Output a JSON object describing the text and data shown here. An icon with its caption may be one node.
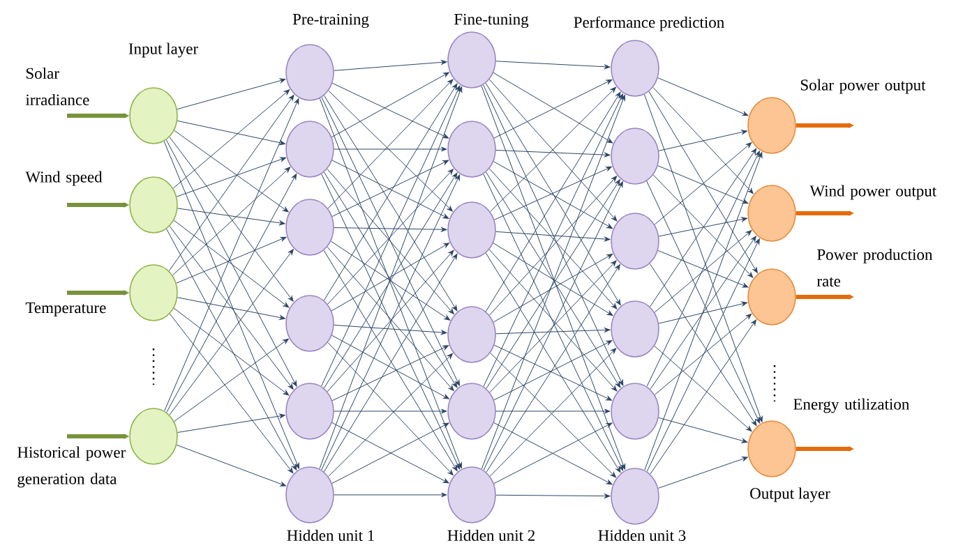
{
  "diagram": {
    "nodes": [
      {
        "text": [],
        "shape": "circle",
        "beside": [
          "Solar irradiance"
        ]
      },
      {
        "text": [],
        "shape": "circle",
        "beside": [
          "Wind speed"
        ]
      },
      {
        "text": [],
        "shape": "circle",
        "beside": [
          "Temperature"
        ]
      },
      {
        "text": [],
        "shape": "circle",
        "beside": [
          "Historical power generation data"
        ]
      },
      {
        "text": [],
        "shape": "circle"
      },
      {
        "text": [],
        "shape": "circle"
      },
      {
        "text": [],
        "shape": "circle"
      },
      {
        "text": [],
        "shape": "circle"
      },
      {
        "text": [],
        "shape": "circle"
      },
      {
        "text": [],
        "shape": "circle"
      },
      {
        "text": [],
        "shape": "circle"
      },
      {
        "text": [],
        "shape": "circle"
      },
      {
        "text": [],
        "shape": "circle"
      },
      {
        "text": [],
        "shape": "circle"
      },
      {
        "text": [],
        "shape": "circle"
      },
      {
        "text": [],
        "shape": "circle"
      },
      {
        "text": [],
        "shape": "circle"
      },
      {
        "text": [],
        "shape": "circle"
      },
      {
        "text": [],
        "shape": "circle"
      },
      {
        "text": [],
        "shape": "circle"
      },
      {
        "text": [],
        "shape": "circle"
      },
      {
        "text": [],
        "shape": "circle"
      },
      {
        "text": [],
        "shape": "circle",
        "beside": [
          "Solar power output"
        ]
      },
      {
        "text": [],
        "shape": "circle",
        "beside": [
          "Wind power output"
        ]
      },
      {
        "text": [],
        "shape": "circle",
        "beside": [
          "Power production rate"
        ]
      },
      {
        "text": [],
        "shape": "circle",
        "beside": [
          "Energy utilization"
        ]
      }
    ],
    "edges": [
      {
        "from": null,
        "to": 0,
        "arrow": "to",
        "style": "thick",
        "color": "#77933c"
      },
      {
        "from": null,
        "to": 1,
        "arrow": "to",
        "style": "thick",
        "color": "#77933c"
      },
      {
        "from": null,
        "to": 2,
        "arrow": "to",
        "style": "thick",
        "color": "#77933c"
      },
      {
        "from": null,
        "to": 3,
        "arrow": "to",
        "style": "thick",
        "color": "#77933c"
      },
      {
        "from": 0,
        "to": 4,
        "arrow": "to"
      },
      {
        "from": 0,
        "to": 5,
        "arrow": "to"
      },
      {
        "from": 0,
        "to": 6,
        "arrow": "to"
      },
      {
        "from": 0,
        "to": 7,
        "arrow": "to"
      },
      {
        "from": 0,
        "to": 8,
        "arrow": "to"
      },
      {
        "from": 0,
        "to": 9,
        "arrow": "to"
      },
      {
        "from": 1,
        "to": 4,
        "arrow": "to"
      },
      {
        "from": 1,
        "to": 5,
        "arrow": "to"
      },
      {
        "from": 1,
        "to": 6,
        "arrow": "to"
      },
      {
        "from": 1,
        "to": 7,
        "arrow": "to"
      },
      {
        "from": 1,
        "to": 8,
        "arrow": "to"
      },
      {
        "from": 1,
        "to": 9,
        "arrow": "to"
      },
      {
        "from": 2,
        "to": 4,
        "arrow": "to"
      },
      {
        "from": 2,
        "to": 5,
        "arrow": "to"
      },
      {
        "from": 2,
        "to": 6,
        "arrow": "to"
      },
      {
        "from": 2,
        "to": 7,
        "arrow": "to"
      },
      {
        "from": 2,
        "to": 8,
        "arrow": "to"
      },
      {
        "from": 2,
        "to": 9,
        "arrow": "to"
      },
      {
        "from": 3,
        "to": 4,
        "arrow": "to"
      },
      {
        "from": 3,
        "to": 5,
        "arrow": "to"
      },
      {
        "from": 3,
        "to": 6,
        "arrow": "to"
      },
      {
        "from": 3,
        "to": 7,
        "arrow": "to"
      },
      {
        "from": 3,
        "to": 8,
        "arrow": "to"
      },
      {
        "from": 3,
        "to": 9,
        "arrow": "to"
      },
      {
        "from": 4,
        "to": 10,
        "arrow": "to"
      },
      {
        "from": 4,
        "to": 11,
        "arrow": "to"
      },
      {
        "from": 4,
        "to": 12,
        "arrow": "to"
      },
      {
        "from": 4,
        "to": 13,
        "arrow": "to"
      },
      {
        "from": 4,
        "to": 14,
        "arrow": "to"
      },
      {
        "from": 4,
        "to": 15,
        "arrow": "to"
      },
      {
        "from": 5,
        "to": 10,
        "arrow": "to"
      },
      {
        "from": 5,
        "to": 11,
        "arrow": "to"
      },
      {
        "from": 5,
        "to": 12,
        "arrow": "to"
      },
      {
        "from": 5,
        "to": 13,
        "arrow": "to"
      },
      {
        "from": 5,
        "to": 14,
        "arrow": "to"
      },
      {
        "from": 5,
        "to": 15,
        "arrow": "to"
      },
      {
        "from": 6,
        "to": 10,
        "arrow": "to"
      },
      {
        "from": 6,
        "to": 11,
        "arrow": "to"
      },
      {
        "from": 6,
        "to": 12,
        "arrow": "to"
      },
      {
        "from": 6,
        "to": 13,
        "arrow": "to"
      },
      {
        "from": 6,
        "to": 14,
        "arrow": "to"
      },
      {
        "from": 6,
        "to": 15,
        "arrow": "to"
      },
      {
        "from": 7,
        "to": 10,
        "arrow": "to"
      },
      {
        "from": 7,
        "to": 11,
        "arrow": "to"
      },
      {
        "from": 7,
        "to": 12,
        "arrow": "to"
      },
      {
        "from": 7,
        "to": 13,
        "arrow": "to"
      },
      {
        "from": 7,
        "to": 14,
        "arrow": "to"
      },
      {
        "from": 7,
        "to": 15,
        "arrow": "to"
      },
      {
        "from": 8,
        "to": 10,
        "arrow": "to"
      },
      {
        "from": 8,
        "to": 11,
        "arrow": "to"
      },
      {
        "from": 8,
        "to": 12,
        "arrow": "to"
      },
      {
        "from": 8,
        "to": 13,
        "arrow": "to"
      },
      {
        "from": 8,
        "to": 14,
        "arrow": "to"
      },
      {
        "from": 8,
        "to": 15,
        "arrow": "to"
      },
      {
        "from": 9,
        "to": 10,
        "arrow": "to"
      },
      {
        "from": 9,
        "to": 11,
        "arrow": "to"
      },
      {
        "from": 9,
        "to": 12,
        "arrow": "to"
      },
      {
        "from": 9,
        "to": 13,
        "arrow": "to"
      },
      {
        "from": 9,
        "to": 14,
        "arrow": "to"
      },
      {
        "from": 9,
        "to": 15,
        "arrow": "to"
      },
      {
        "from": 10,
        "to": 16,
        "arrow": "to"
      },
      {
        "from": 10,
        "to": 17,
        "arrow": "to"
      },
      {
        "from": 10,
        "to": 18,
        "arrow": "to"
      },
      {
        "from": 10,
        "to": 19,
        "arrow": "to"
      },
      {
        "from": 10,
        "to": 20,
        "arrow": "to"
      },
      {
        "from": 10,
        "to": 21,
        "arrow": "to"
      },
      {
        "from": 11,
        "to": 16,
        "arrow": "to"
      },
      {
        "from": 11,
        "to": 17,
        "arrow": "to"
      },
      {
        "from": 11,
        "to": 18,
        "arrow": "to"
      },
      {
        "from": 11,
        "to": 19,
        "arrow": "to"
      },
      {
        "from": 11,
        "to": 20,
        "arrow": "to"
      },
      {
        "from": 11,
        "to": 21,
        "arrow": "to"
      },
      {
        "from": 12,
        "to": 16,
        "arrow": "to"
      },
      {
        "from": 12,
        "to": 17,
        "arrow": "to"
      },
      {
        "from": 12,
        "to": 18,
        "arrow": "to"
      },
      {
        "from": 12,
        "to": 19,
        "arrow": "to"
      },
      {
        "from": 12,
        "to": 20,
        "arrow": "to"
      },
      {
        "from": 12,
        "to": 21,
        "arrow": "to"
      },
      {
        "from": 13,
        "to": 16,
        "arrow": "to"
      },
      {
        "from": 13,
        "to": 17,
        "arrow": "to"
      },
      {
        "from": 13,
        "to": 18,
        "arrow": "to"
      },
      {
        "from": 13,
        "to": 19,
        "arrow": "to"
      },
      {
        "from": 13,
        "to": 20,
        "arrow": "to"
      },
      {
        "from": 13,
        "to": 21,
        "arrow": "to"
      },
      {
        "from": 14,
        "to": 16,
        "arrow": "to"
      },
      {
        "from": 14,
        "to": 17,
        "arrow": "to"
      },
      {
        "from": 14,
        "to": 18,
        "arrow": "to"
      },
      {
        "from": 14,
        "to": 19,
        "arrow": "to"
      },
      {
        "from": 14,
        "to": 20,
        "arrow": "to"
      },
      {
        "from": 14,
        "to": 21,
        "arrow": "to"
      },
      {
        "from": 15,
        "to": 16,
        "arrow": "to"
      },
      {
        "from": 15,
        "to": 17,
        "arrow": "to"
      },
      {
        "from": 15,
        "to": 18,
        "arrow": "to"
      },
      {
        "from": 15,
        "to": 19,
        "arrow": "to"
      },
      {
        "from": 15,
        "to": 20,
        "arrow": "to"
      },
      {
        "from": 15,
        "to": 21,
        "arrow": "to"
      },
      {
        "from": 16,
        "to": 22,
        "arrow": "to"
      },
      {
        "from": 16,
        "to": 23,
        "arrow": "to"
      },
      {
        "from": 16,
        "to": 24,
        "arrow": "to"
      },
      {
        "from": 16,
        "to": 25,
        "arrow": "to"
      },
      {
        "from": 17,
        "to": 22,
        "arrow": "to"
      },
      {
        "from": 17,
        "to": 23,
        "arrow": "to"
      },
      {
        "from": 17,
        "to": 24,
        "arrow": "to"
      },
      {
        "from": 17,
        "to": 25,
        "arrow": "to"
      },
      {
        "from": 18,
        "to": 22,
        "arrow": "to"
      },
      {
        "from": 18,
        "to": 23,
        "arrow": "to"
      },
      {
        "from": 18,
        "to": 24,
        "arrow": "to"
      },
      {
        "from": 18,
        "to": 25,
        "arrow": "to"
      },
      {
        "from": 19,
        "to": 22,
        "arrow": "to"
      },
      {
        "from": 19,
        "to": 23,
        "arrow": "to"
      },
      {
        "from": 19,
        "to": 24,
        "arrow": "to"
      },
      {
        "from": 19,
        "to": 25,
        "arrow": "to"
      },
      {
        "from": 20,
        "to": 22,
        "arrow": "to"
      },
      {
        "from": 20,
        "to": 23,
        "arrow": "to"
      },
      {
        "from": 20,
        "to": 24,
        "arrow": "to"
      },
      {
        "from": 20,
        "to": 25,
        "arrow": "to"
      },
      {
        "from": 21,
        "to": 22,
        "arrow": "to"
      },
      {
        "from": 21,
        "to": 23,
        "arrow": "to"
      },
      {
        "from": 21,
        "to": 24,
        "arrow": "to"
      },
      {
        "from": 21,
        "to": 25,
        "arrow": "to"
      },
      {
        "from": 22,
        "to": null,
        "arrow": "to",
        "style": "thick",
        "color": "#e46c0a"
      },
      {
        "from": 23,
        "to": null,
        "arrow": "to",
        "style": "thick",
        "color": "#e46c0a"
      },
      {
        "from": 24,
        "to": null,
        "arrow": "to",
        "style": "thick",
        "color": "#e46c0a"
      },
      {
        "from": 25,
        "to": null,
        "arrow": "to",
        "style": "thick",
        "color": "#e46c0a"
      }
    ],
    "labels": [
      "Pre-training",
      "Fine-tuning",
      "Performance prediction",
      "Input layer",
      "Output layer",
      "Hidden unit 1",
      "Hidden unit 2",
      "Hidden unit 3"
    ]
  }
}
